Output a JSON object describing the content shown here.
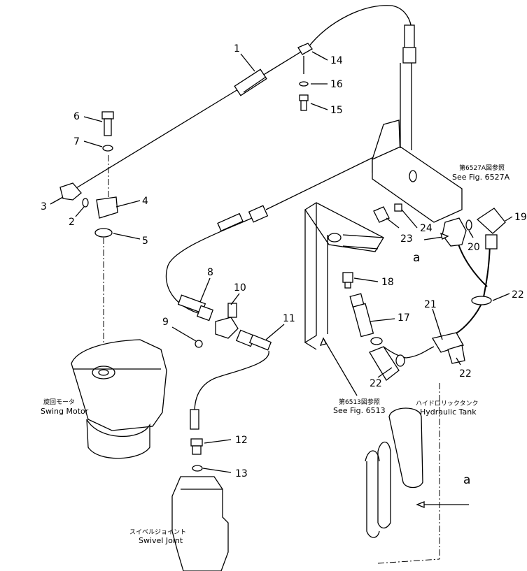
{
  "callouts": {
    "c1": "1",
    "c2": "2",
    "c3": "3",
    "c4": "4",
    "c5": "5",
    "c6": "6",
    "c7": "7",
    "c8": "8",
    "c9": "9",
    "c10": "10",
    "c11": "11",
    "c12": "12",
    "c13": "13",
    "c14": "14",
    "c15": "15",
    "c16": "16",
    "c17": "17",
    "c18": "18",
    "c19": "19",
    "c20": "20",
    "c21": "21",
    "c22a": "22",
    "c22b": "22",
    "c22c": "22",
    "c23": "23",
    "c24": "24"
  },
  "captions": {
    "swing_motor_jp": "旋回モータ",
    "swing_motor_en": "Swing Motor",
    "swivel_joint_jp": "スイベルジョイント",
    "swivel_joint_en": "Swivel Joint",
    "hydraulic_tank_jp": "ハイドロリックタンク",
    "hydraulic_tank_en": "Hydraulic Tank",
    "fig6527a_jp": "第6527A図参照",
    "fig6527a_en": "See Fig. 6527A",
    "fig6513_jp": "第6513図参照",
    "fig6513_en": "See Fig. 6513"
  },
  "refs": {
    "a_left": "a",
    "a_right": "a"
  }
}
